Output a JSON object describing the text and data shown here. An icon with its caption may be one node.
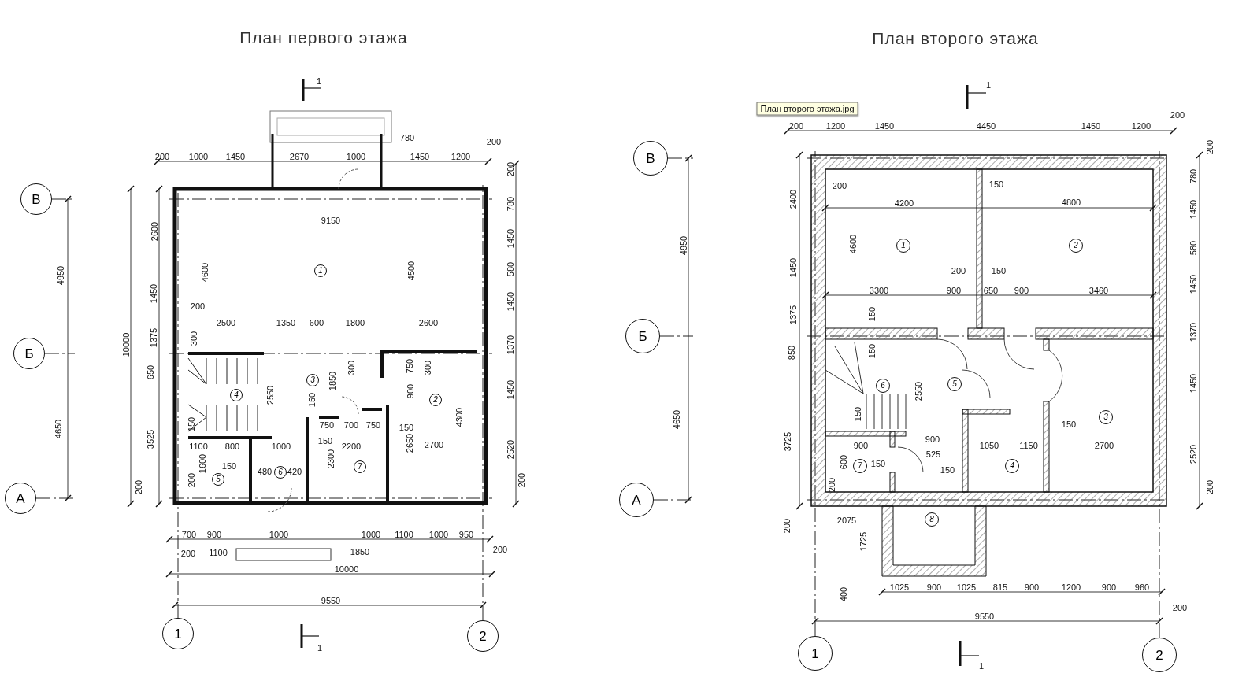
{
  "diagram": {
    "nodes": [
      {
        "text": [
          "В"
        ]
      },
      {
        "text": [
          "Б"
        ]
      },
      {
        "text": [
          "А"
        ]
      },
      {
        "text": [
          "1"
        ]
      },
      {
        "text": [
          "3"
        ]
      },
      {
        "text": [
          "4"
        ]
      },
      {
        "text": [
          "2"
        ]
      },
      {
        "text": [
          "7"
        ]
      },
      {
        "text": [
          "6"
        ]
      },
      {
        "text": [
          "5"
        ]
      },
      {
        "text": [
          "1"
        ]
      },
      {
        "text": [
          "2"
        ]
      },
      {
        "text": [
          "В"
        ]
      },
      {
        "text": [
          "1"
        ]
      },
      {
        "text": [
          "2"
        ]
      },
      {
        "text": [
          "Б"
        ]
      },
      {
        "text": [
          "5"
        ]
      },
      {
        "text": [
          "6"
        ]
      },
      {
        "text": [
          "3"
        ]
      },
      {
        "text": [
          "7"
        ]
      },
      {
        "text": [
          "4"
        ]
      },
      {
        "text": [
          "А"
        ]
      },
      {
        "text": [
          "8"
        ]
      },
      {
        "text": [
          "1"
        ]
      },
      {
        "text": [
          "2"
        ]
      }
    ],
    "labels": [
      "План первого этажа",
      "1",
      "780",
      "200",
      "200",
      "1000",
      "1450",
      "2670",
      "1000",
      "1450",
      "1200",
      "200",
      "780",
      "9150",
      "2600",
      "1450",
      "4950",
      "4600",
      "4500",
      "580",
      "1450",
      "1450",
      "200",
      "2500",
      "1350",
      "600",
      "1800",
      "2600",
      "1375",
      "300",
      "10000",
      "1370",
      "650",
      "1850",
      "300",
      "750",
      "300",
      "2550",
      "150",
      "900",
      "1450",
      "4650",
      "150",
      "750",
      "700",
      "750",
      "150",
      "4300",
      "3525",
      "1100",
      "800",
      "1000",
      "150",
      "2200",
      "2650",
      "2700",
      "1600",
      "150",
      "480",
      "420",
      "2300",
      "2520",
      "200",
      "200",
      "200",
      "700",
      "900",
      "1000",
      "1000",
      "1100",
      "1000",
      "950",
      "200",
      "1100",
      "1850",
      "200",
      "10000",
      "9550",
      "1",
      "План второго этажа",
      "1",
      "План второго этажа.jpg",
      "200",
      "200",
      "1200",
      "1450",
      "4450",
      "1450",
      "1200",
      "200",
      "200",
      "150",
      "780",
      "2400",
      "4200",
      "4800",
      "1450",
      "4950",
      "4600",
      "580",
      "1450",
      "200",
      "150",
      "3300",
      "900",
      "650",
      "900",
      "3460",
      "1450",
      "1375",
      "150",
      "1370",
      "850",
      "150",
      "2550",
      "1450",
      "4650",
      "150",
      "3725",
      "150",
      "900",
      "900",
      "525",
      "1050",
      "1150",
      "2700",
      "600",
      "150",
      "150",
      "2520",
      "200",
      "200",
      "200",
      "2075",
      "1725",
      "400",
      "1025",
      "900",
      "1025",
      "815",
      "900",
      "1200",
      "900",
      "960",
      "9550",
      "200",
      "1"
    ]
  }
}
